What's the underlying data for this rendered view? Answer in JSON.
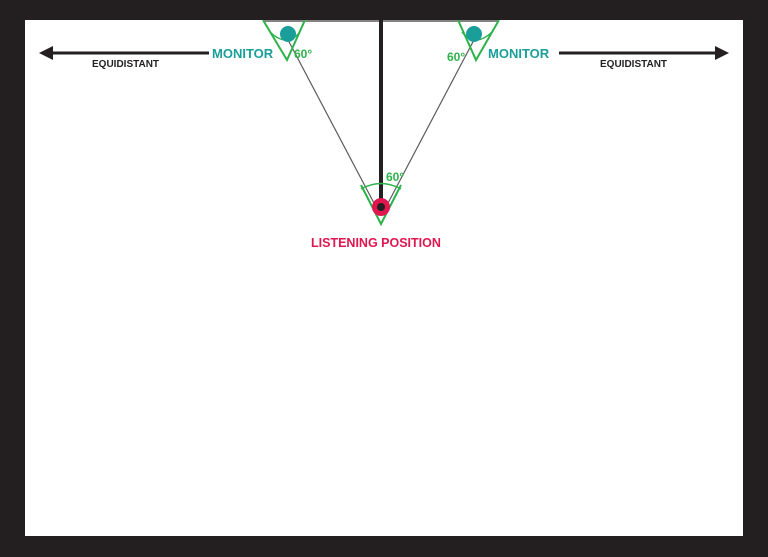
{
  "diagram": {
    "monitor_left_label": "MONITOR",
    "monitor_right_label": "MONITOR",
    "equidistant_left_label": "EQUIDISTANT",
    "equidistant_right_label": "EQUIDISTANT",
    "angle_left_label": "60°",
    "angle_right_label": "60°",
    "angle_listener_label": "60°",
    "listening_position_label": "LISTENING POSITION"
  },
  "colors": {
    "monitor_teal": "#1a9e9a",
    "angle_green": "#2cb34a",
    "listener_red": "#e0174f",
    "line_dark": "#231f20",
    "line_grey": "#5a5a5a"
  }
}
